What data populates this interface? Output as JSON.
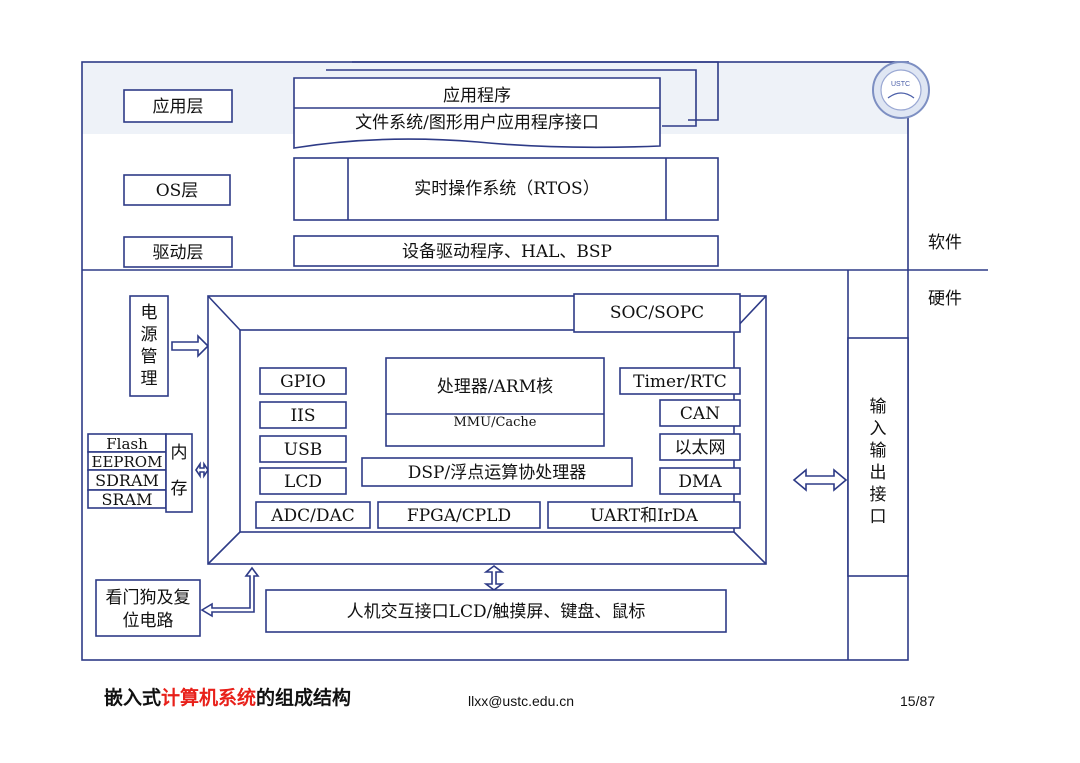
{
  "app_layer": {
    "label": "应用层",
    "apps_title": "应用程序",
    "apps_interface": "文件系统/图形用户应用程序接口"
  },
  "os_layer": {
    "label": "OS层",
    "rtos": "实时操作系统（RTOS）"
  },
  "driver_layer": {
    "label": "驱动层",
    "drivers": "设备驱动程序、HAL、BSP"
  },
  "side_labels": {
    "software": "软件",
    "hardware": "硬件"
  },
  "hardware": {
    "power": [
      "电",
      "源",
      "管",
      "理"
    ],
    "memory_types": [
      "Flash",
      "EEPROM",
      "SDRAM",
      "SRAM"
    ],
    "memory_label": [
      "内",
      "存"
    ],
    "soc": "SOC/SOPC",
    "processor": "处理器/ARM核",
    "mmu": "MMU/Cache",
    "dsp": "DSP/浮点运算协处理器",
    "left_blocks": [
      "GPIO",
      "IIS",
      "USB",
      "LCD"
    ],
    "right_blocks": [
      "Timer/RTC",
      "CAN",
      "以太网",
      "DMA"
    ],
    "bottom_blocks": [
      "ADC/DAC",
      "FPGA/CPLD",
      "UART和IrDA"
    ],
    "io": [
      "输",
      "入",
      "输",
      "出",
      "接",
      "口"
    ],
    "watchdog": [
      "看门狗及复",
      "位电路"
    ],
    "hmi": "人机交互接口LCD/触摸屏、键盘、鼠标"
  },
  "logo": {
    "text": "USTC"
  },
  "footer": {
    "caption_pre": "嵌入式",
    "caption_red": "计算机系统",
    "caption_post": "的组成结构",
    "email": "llxx@ustc.edu.cn",
    "page": "15/87"
  },
  "colors": {
    "line": "#2e3b87",
    "band": "#eef2f8",
    "accent": "#e8201a"
  }
}
